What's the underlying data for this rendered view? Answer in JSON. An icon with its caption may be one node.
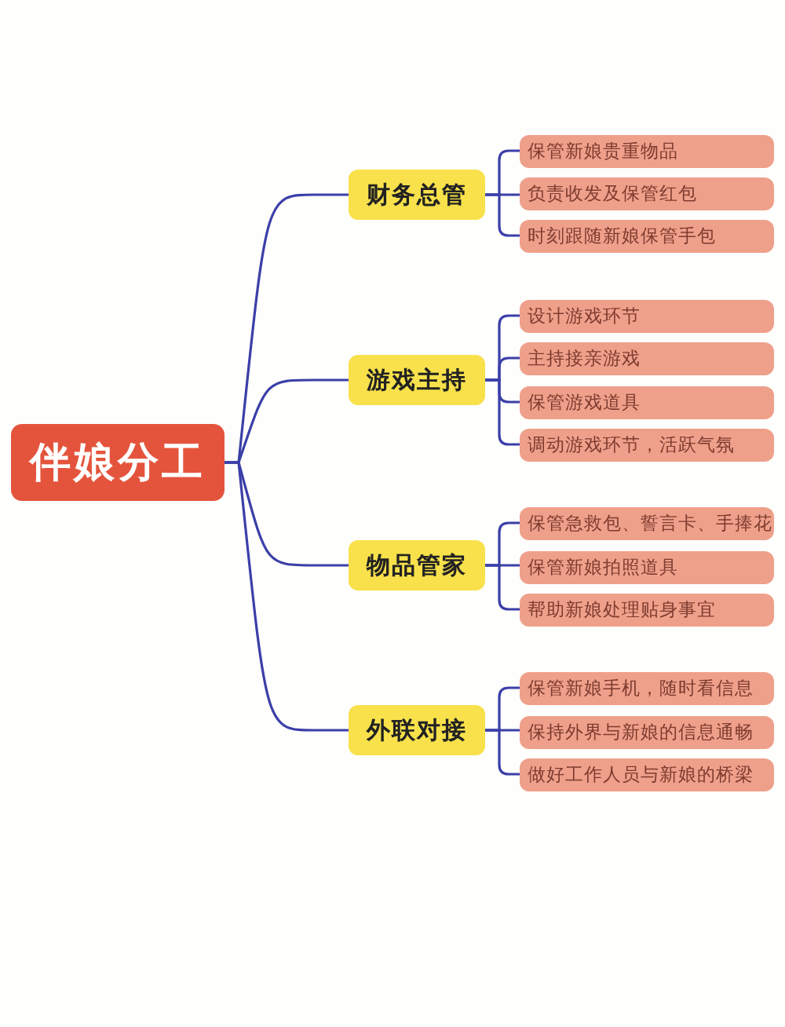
{
  "diagram": {
    "nodes": [
      {
        "text": [
          "伴娘分工"
        ]
      },
      {
        "text": [
          "财务总管"
        ]
      },
      {
        "text": [
          "保管新娘贵重物品"
        ]
      },
      {
        "text": [
          "负责收发及保管红包"
        ]
      },
      {
        "text": [
          "时刻跟随新娘保管手包"
        ]
      },
      {
        "text": [
          "游戏主持"
        ]
      },
      {
        "text": [
          "设计游戏环节"
        ]
      },
      {
        "text": [
          "主持接亲游戏"
        ]
      },
      {
        "text": [
          "保管游戏道具"
        ]
      },
      {
        "text": [
          "调动游戏环节，活跃气氛"
        ]
      },
      {
        "text": [
          "物品管家"
        ]
      },
      {
        "text": [
          "保管急救包、誓言卡、手捧花"
        ]
      },
      {
        "text": [
          "保管新娘拍照道具"
        ]
      },
      {
        "text": [
          "帮助新娘处理贴身事宜"
        ]
      },
      {
        "text": [
          "外联对接"
        ]
      },
      {
        "text": [
          "保管新娘手机，随时看信息"
        ]
      },
      {
        "text": [
          "保持外界与新娘的信息通畅"
        ]
      },
      {
        "text": [
          "做好工作人员与新娘的桥梁"
        ]
      }
    ],
    "edges": [
      {
        "from": 0,
        "to": 1,
        "arrow": "none"
      },
      {
        "from": 1,
        "to": 2,
        "arrow": "none"
      },
      {
        "from": 1,
        "to": 3,
        "arrow": "none"
      },
      {
        "from": 1,
        "to": 4,
        "arrow": "none"
      },
      {
        "from": 0,
        "to": 5,
        "arrow": "none"
      },
      {
        "from": 5,
        "to": 6,
        "arrow": "none"
      },
      {
        "from": 5,
        "to": 7,
        "arrow": "none"
      },
      {
        "from": 5,
        "to": 8,
        "arrow": "none"
      },
      {
        "from": 5,
        "to": 9,
        "arrow": "none"
      },
      {
        "from": 0,
        "to": 10,
        "arrow": "none"
      },
      {
        "from": 10,
        "to": 11,
        "arrow": "none"
      },
      {
        "from": 10,
        "to": 12,
        "arrow": "none"
      },
      {
        "from": 10,
        "to": 13,
        "arrow": "none"
      },
      {
        "from": 0,
        "to": 14,
        "arrow": "none"
      },
      {
        "from": 14,
        "to": 15,
        "arrow": "none"
      },
      {
        "from": 14,
        "to": 16,
        "arrow": "none"
      },
      {
        "from": 14,
        "to": 17,
        "arrow": "none"
      }
    ]
  }
}
